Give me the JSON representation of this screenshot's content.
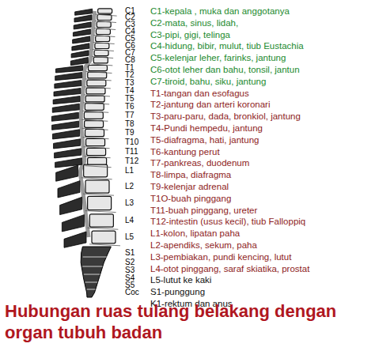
{
  "diagram": {
    "title": "Hubungan ruas tulang belakang dengan organ tubuh badan",
    "labels": [
      "C1",
      "C2",
      "C3",
      "C4",
      "C5",
      "C6",
      "C7",
      "C8",
      "T1",
      "T2",
      "T3",
      "T4",
      "T5",
      "T6",
      "T7",
      "T8",
      "T9",
      "T10",
      "T11",
      "T12",
      "L1",
      "L2",
      "L3",
      "L4",
      "L5",
      "S1",
      "S2",
      "S3",
      "S4",
      "S5",
      "Coc",
      "C1-kepala , muka dan anggotanya",
      "C2-mata, sinus, lidah,",
      "C3-pipi, gigi, telinga",
      "C4-hidung, bibir, mulut, tiub Eustachia",
      "C5-kelenjar leher, farinks, jantung",
      "C6-otot leher dan bahu, tonsil, jantun",
      "C7-tiroid, bahu, siku, jantung",
      "T1-tangan dan esofagus",
      "T2-jantung dan arteri koronari",
      "T3-paru-paru, dada, bronkiol, jantung",
      "T4-Pundi hempedu, jantung",
      "T5-diafragma, hati, jantung",
      "T6-kantung perut",
      "T7-pankreas, duodenum",
      "T8-limpa, diafragma",
      "T9-kelenjar adrenal",
      "T1O-buah pinggang",
      "T11-buah pinggang, ureter",
      "T12-intestin (usus kecil), tiub Falloppiq",
      "L1-kolon, lipatan paha",
      "L2-apendiks, sekum, paha",
      "L3-pembiakan, pundi kencing, lutut",
      "L4-otot pinggang, saraf skiatika, prostat",
      "L5-lutut ke kaki",
      "S1-punggung",
      "K1-rektum dan anus"
    ]
  }
}
